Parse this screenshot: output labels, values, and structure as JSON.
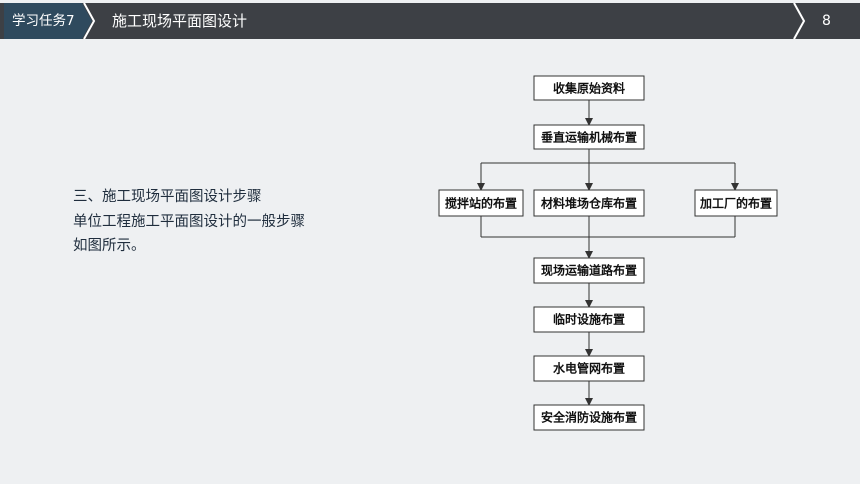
{
  "header": {
    "task_label": "学习任务7",
    "title": "施工现场平面图设计",
    "page_number": "8"
  },
  "intro": {
    "line1": "三、施工现场平面图设计步骤",
    "line2": "单位工程施工平面图设计的一般步骤",
    "line3": "如图所示。"
  },
  "flowchart": {
    "step1": "收集原始资料",
    "step2": "垂直运输机械布置",
    "branch_left": "搅拌站的布置",
    "branch_mid": "材料堆场仓库布置",
    "branch_right": "加工厂的布置",
    "step4": "现场运输道路布置",
    "step5": "临时设施布置",
    "step6": "水电管网布置",
    "step7": "安全消防设施布置"
  },
  "colors": {
    "header_bg": "#3d4045",
    "tag_bg": "#2f4a5e",
    "page_bg": "#eef0f2",
    "box_fill": "#ffffff",
    "line": "#333333"
  }
}
